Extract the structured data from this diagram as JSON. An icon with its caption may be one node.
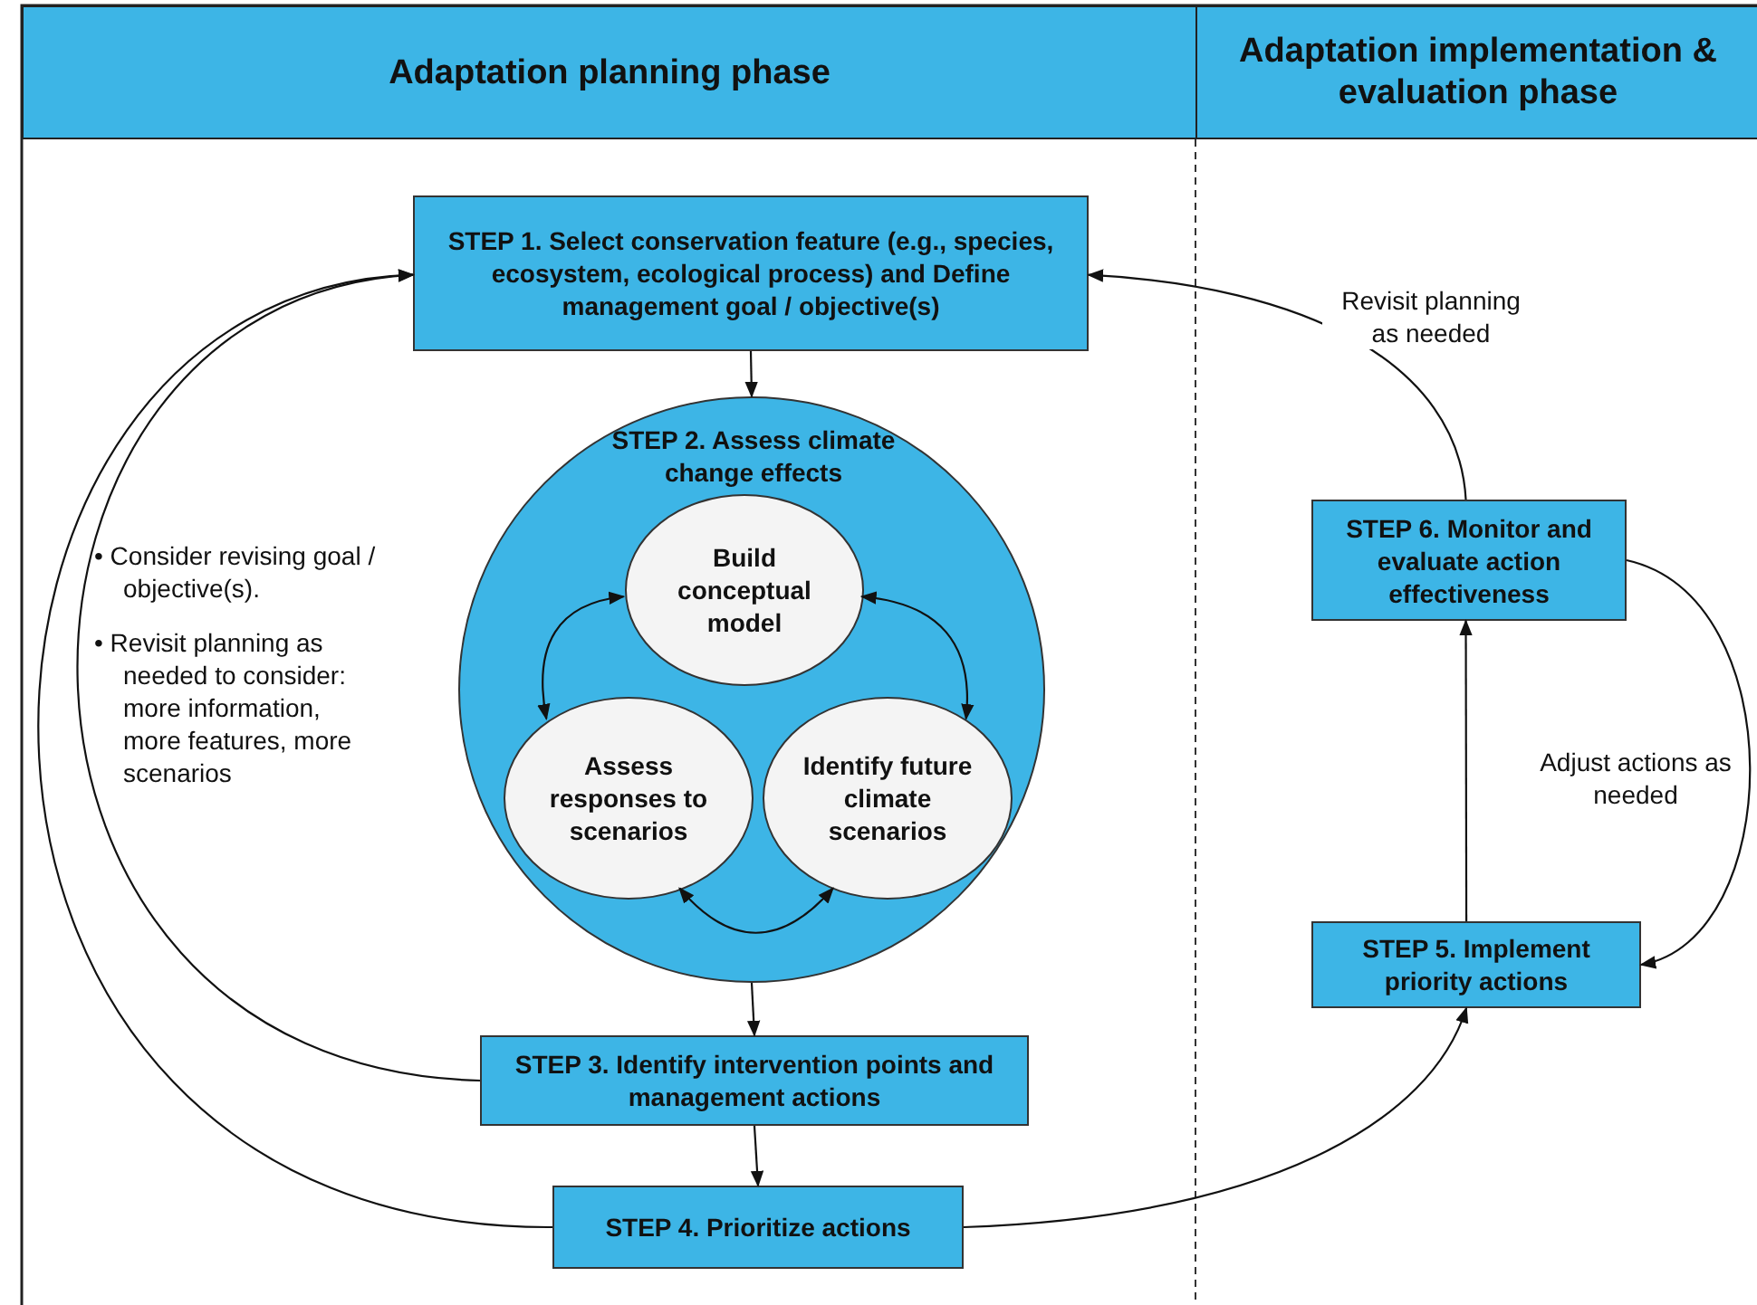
{
  "diagram": {
    "nodes": [
      {
        "text": [
          "Adaptation planning phase"
        ]
      },
      {
        "text": [
          "Adaptation implementation & evaluation phase"
        ]
      },
      {
        "text": [
          "STEP 1. Select conservation feature (e.g., species, ecosystem, ecological process) and Define management goal / objective(s)"
        ]
      },
      {
        "text": [
          "STEP 2. Assess climate change effects"
        ]
      },
      {
        "text": [
          "Build conceptual model"
        ],
        "in": 3
      },
      {
        "text": [
          "Assess responses to scenarios"
        ],
        "in": 3
      },
      {
        "text": [
          "Identify future climate scenarios"
        ],
        "in": 3
      },
      {
        "text": [
          "STEP 3. Identify intervention points and management actions"
        ]
      },
      {
        "text": [
          "STEP 4. Prioritize actions"
        ]
      },
      {
        "text": [
          "STEP 5. Implement priority actions"
        ]
      },
      {
        "text": [
          "STEP 6. Monitor and evaluate action effectiveness"
        ]
      }
    ],
    "edges": [
      {
        "from": 2,
        "to": 3,
        "arrow": "to"
      },
      {
        "from": 4,
        "to": 5,
        "arrow": "both"
      },
      {
        "from": 4,
        "to": 6,
        "arrow": "both"
      },
      {
        "from": 5,
        "to": 6,
        "arrow": "both"
      },
      {
        "from": 3,
        "to": 7,
        "arrow": "to"
      },
      {
        "from": 7,
        "to": 8,
        "arrow": "to"
      },
      {
        "from": 7,
        "to": 2,
        "arrow": "to"
      },
      {
        "from": 8,
        "to": 2,
        "arrow": "to"
      },
      {
        "from": 8,
        "to": 9,
        "arrow": "to"
      },
      {
        "from": 9,
        "to": 10,
        "arrow": "to"
      },
      {
        "from": 10,
        "to": 2,
        "arrow": "to",
        "label": "Revisit planning as needed"
      },
      {
        "from": 10,
        "to": 9,
        "arrow": "to",
        "label": "Adjust actions as needed"
      }
    ],
    "labels": [
      "• Consider revising goal / objective(s).",
      "• Revisit planning as needed to consider: more information, more features, more scenarios"
    ]
  }
}
